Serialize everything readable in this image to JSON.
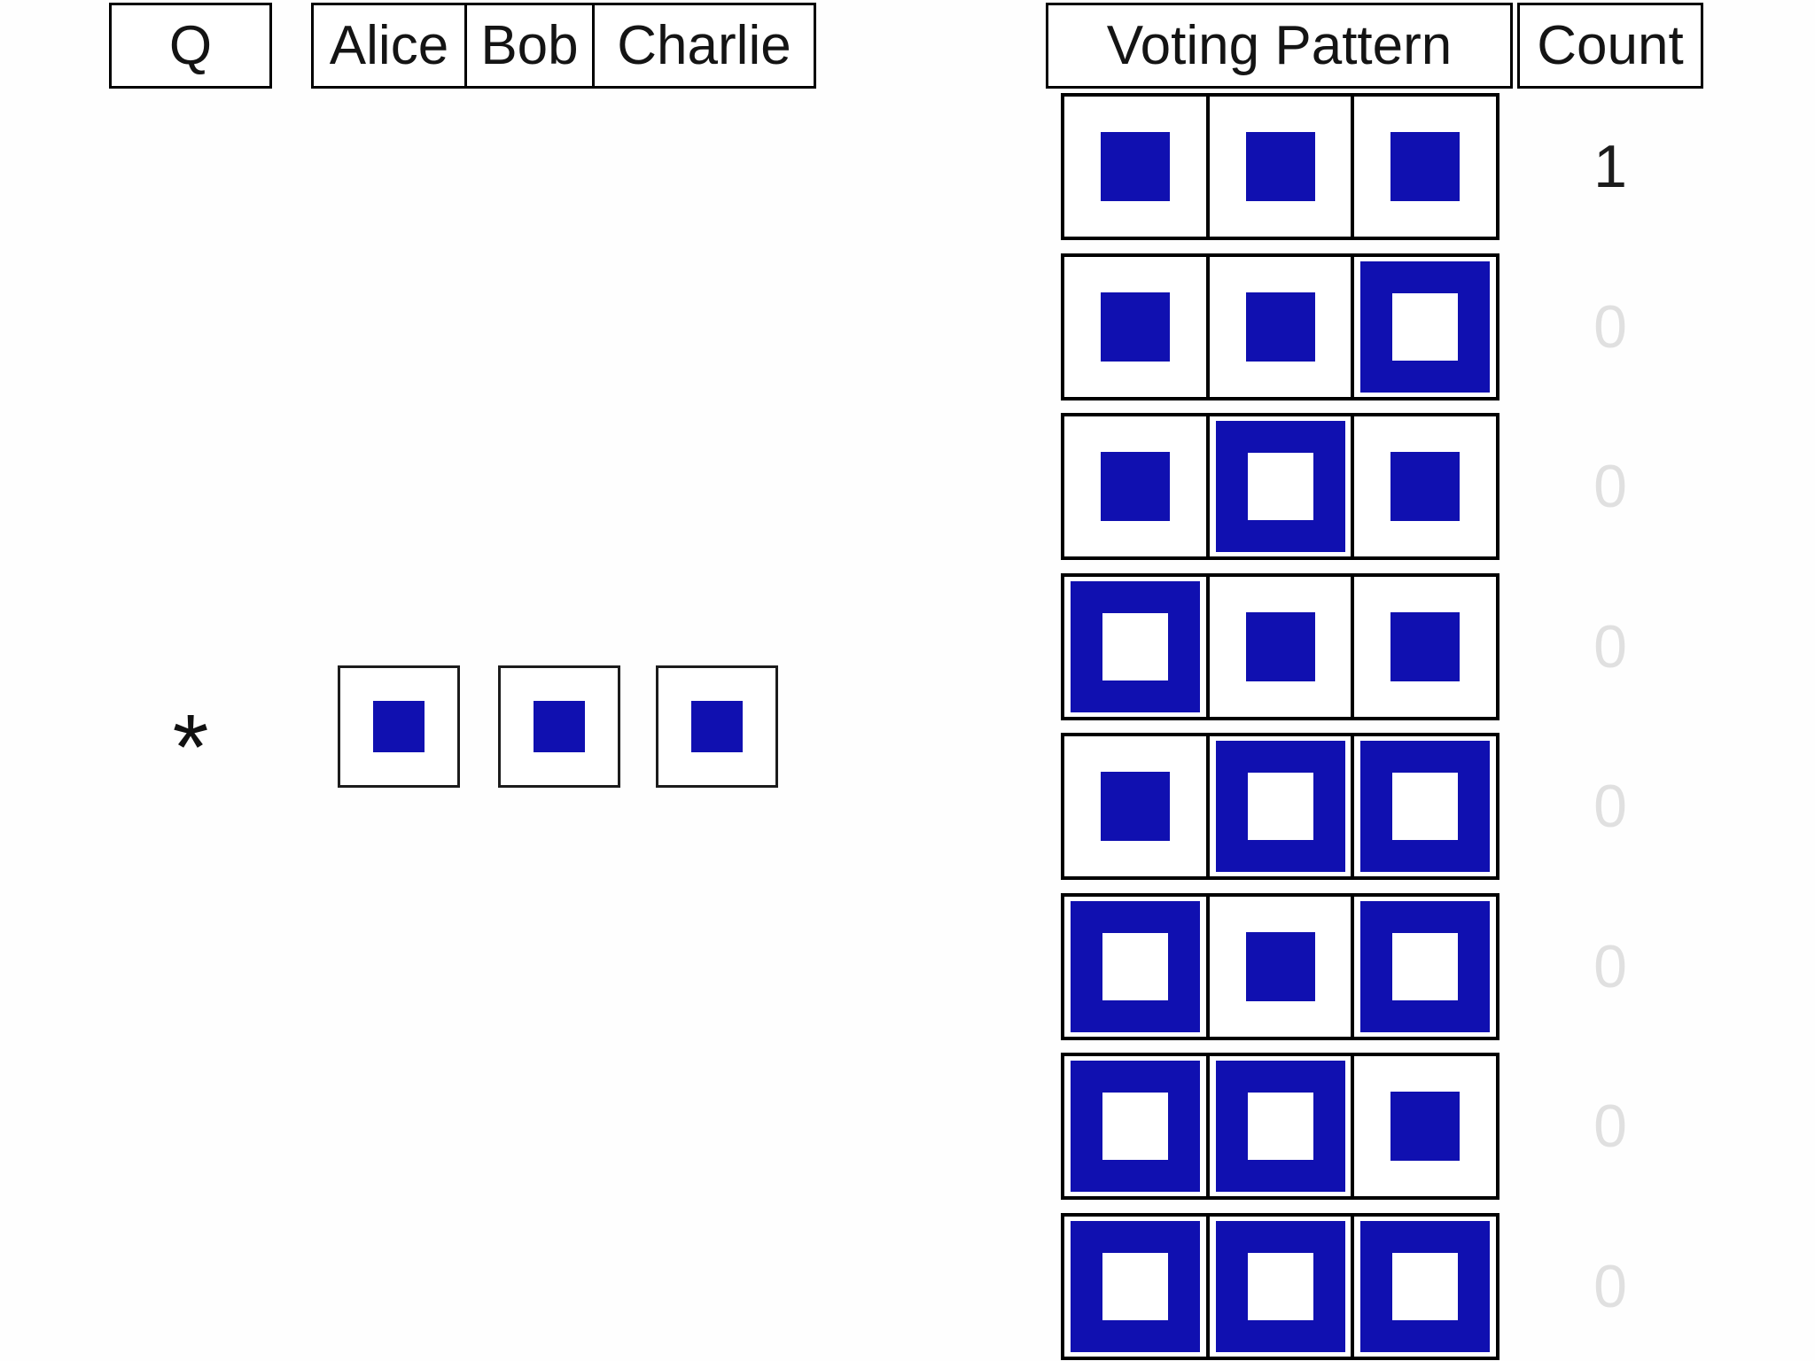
{
  "left_table": {
    "q_header": "Q",
    "voter_headers": [
      "Alice",
      "Bob",
      "Charlie"
    ],
    "rows": [
      {
        "q_label": "*",
        "votes": [
          "small-filled",
          "small-filled",
          "small-filled"
        ]
      }
    ]
  },
  "right_table": {
    "pattern_header": "Voting Pattern",
    "count_header": "Count",
    "rows": [
      {
        "pattern": [
          "small-filled",
          "small-filled",
          "small-filled"
        ],
        "count": "1",
        "count_active": true
      },
      {
        "pattern": [
          "small-filled",
          "small-filled",
          "large-hollow"
        ],
        "count": "0",
        "count_active": false
      },
      {
        "pattern": [
          "small-filled",
          "large-hollow",
          "small-filled"
        ],
        "count": "0",
        "count_active": false
      },
      {
        "pattern": [
          "large-hollow",
          "small-filled",
          "small-filled"
        ],
        "count": "0",
        "count_active": false
      },
      {
        "pattern": [
          "small-filled",
          "large-hollow",
          "large-hollow"
        ],
        "count": "0",
        "count_active": false
      },
      {
        "pattern": [
          "large-hollow",
          "small-filled",
          "large-hollow"
        ],
        "count": "0",
        "count_active": false
      },
      {
        "pattern": [
          "large-hollow",
          "large-hollow",
          "small-filled"
        ],
        "count": "0",
        "count_active": false
      },
      {
        "pattern": [
          "large-hollow",
          "large-hollow",
          "large-hollow"
        ],
        "count": "0",
        "count_active": false
      }
    ]
  },
  "colors": {
    "vote_blue": "#1010b0",
    "border_black": "#000000",
    "count_active": "#1c1c1c",
    "count_inactive": "#e0e0e0"
  }
}
